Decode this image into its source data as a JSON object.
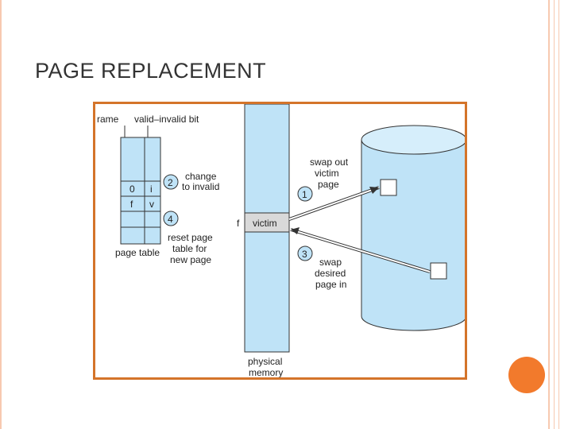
{
  "slide": {
    "title": "PAGE REPLACEMENT"
  },
  "colors": {
    "frame_accent": "#f7c9b0",
    "figure_border": "#d4742a",
    "memory_fill": "#bfe3f7",
    "victim_fill": "#d9d9d9",
    "deco_circle": "#f27a2c"
  },
  "diagram": {
    "page_table": {
      "header_frame": "rame",
      "header_bit": "valid–invalid bit",
      "rows": [
        {
          "frame": "0",
          "bit": "i"
        },
        {
          "frame": "f",
          "bit": "v"
        }
      ],
      "caption": "page table"
    },
    "steps": {
      "s1": {
        "number": "1",
        "lines": [
          "swap out",
          "victim",
          "page"
        ]
      },
      "s2": {
        "number": "2",
        "lines": [
          "change",
          "to invalid"
        ]
      },
      "s3": {
        "number": "3",
        "lines": [
          "swap",
          "desired",
          "page in"
        ]
      },
      "s4": {
        "number": "4",
        "lines": [
          "reset page",
          "table for",
          "new page"
        ]
      }
    },
    "memory": {
      "frame_label": "f",
      "victim_label": "victim",
      "caption_lines": [
        "physical",
        "memory"
      ]
    }
  }
}
